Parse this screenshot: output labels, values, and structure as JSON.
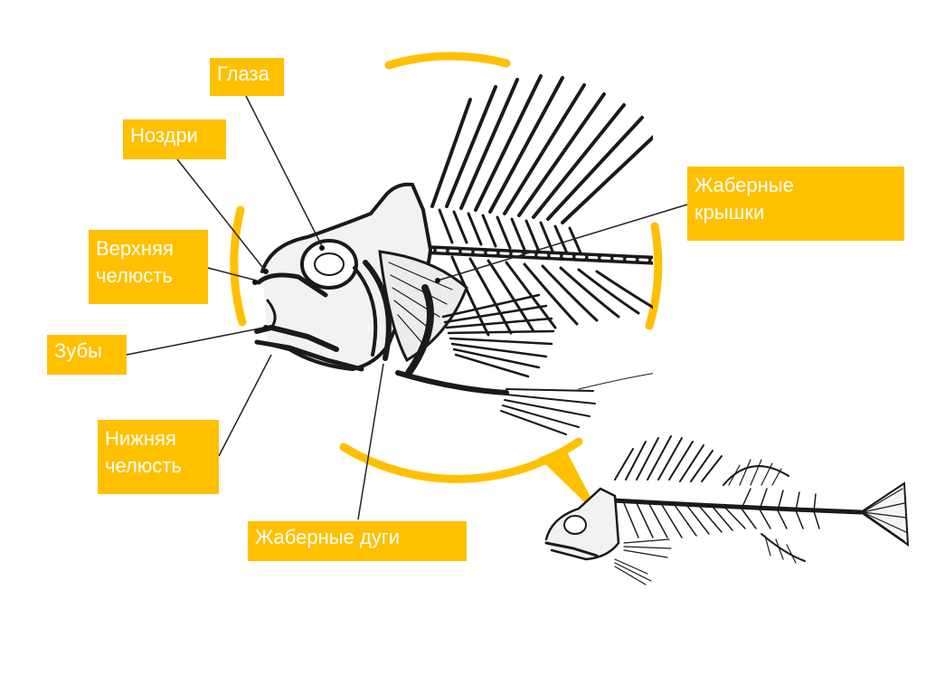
{
  "labels": {
    "eyes": "Глаза",
    "nostrils": "Ноздри",
    "upper_jaw": "Верхняя\nчелюсть",
    "teeth": "Зубы",
    "lower_jaw": "Нижняя\nчелюсть",
    "gill_arches": "Жаберные дуги",
    "gill_covers": "Жаберные\nкрышки"
  },
  "colors": {
    "accent": "#FFC000",
    "label_text": "#FFFFFF",
    "line": "#222222",
    "skeleton": "#1a1a1a"
  }
}
